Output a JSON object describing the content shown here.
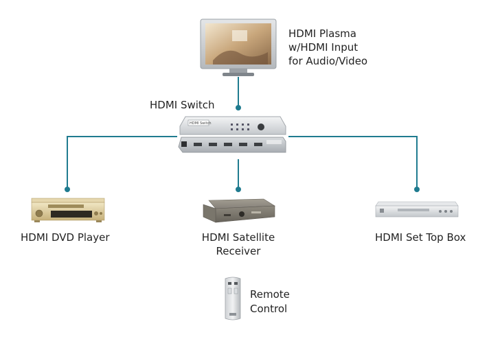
{
  "colors": {
    "connector": "#1f7b8f",
    "dot": "#1f7b8f",
    "device_silver": "#c9cdd1",
    "device_gold": "#d8c9a0",
    "device_dark": "#7a766c"
  },
  "nodes": {
    "plasma": {
      "label_lines": [
        "HDMI Plasma",
        "w/HDMI Input",
        "for Audio/Video"
      ],
      "icon": "plasma-tv-icon"
    },
    "switch": {
      "label": "HDMI Switch",
      "panel_text": "HDMI Switch",
      "icon": "hdmi-switch-icon"
    },
    "dvd": {
      "label": "HDMI DVD Player",
      "icon": "dvd-player-icon"
    },
    "satellite": {
      "label_lines": [
        "HDMI Satellite",
        "Receiver"
      ],
      "icon": "satellite-receiver-icon"
    },
    "settop": {
      "label": "HDMI Set Top Box",
      "icon": "set-top-box-icon"
    },
    "remote": {
      "label_lines": [
        "Remote",
        "Control"
      ],
      "icon": "remote-control-icon"
    }
  },
  "edges": [
    {
      "from": "switch",
      "to": "plasma"
    },
    {
      "from": "switch",
      "to": "dvd"
    },
    {
      "from": "switch",
      "to": "satellite"
    },
    {
      "from": "switch",
      "to": "settop"
    }
  ]
}
